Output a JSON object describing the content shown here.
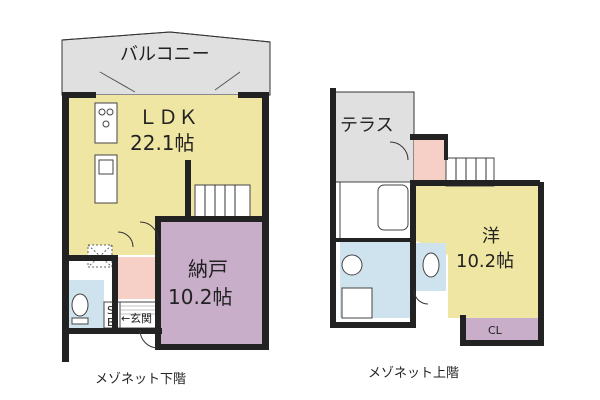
{
  "colors": {
    "ldk": "#efe6a3",
    "storage": "#c8aec8",
    "balcony": "#e0e0e0",
    "wet": "#cfe3ee",
    "entry": "#f6cfc6",
    "wall": "#222222",
    "white": "#ffffff"
  },
  "lower": {
    "balcony": "バルコニー",
    "ldk_name": "ＬＤＫ",
    "ldk_size": "22.1帖",
    "storage_name": "納戸",
    "storage_size": "10.2帖",
    "sb_s": "S",
    "sb_b": "B",
    "entrance": "玄関",
    "caption": "メゾネット下階"
  },
  "upper": {
    "terrace": "テラス",
    "room_name": "洋",
    "room_size": "10.2帖",
    "closet": "CL",
    "caption": "メゾネット上階"
  }
}
